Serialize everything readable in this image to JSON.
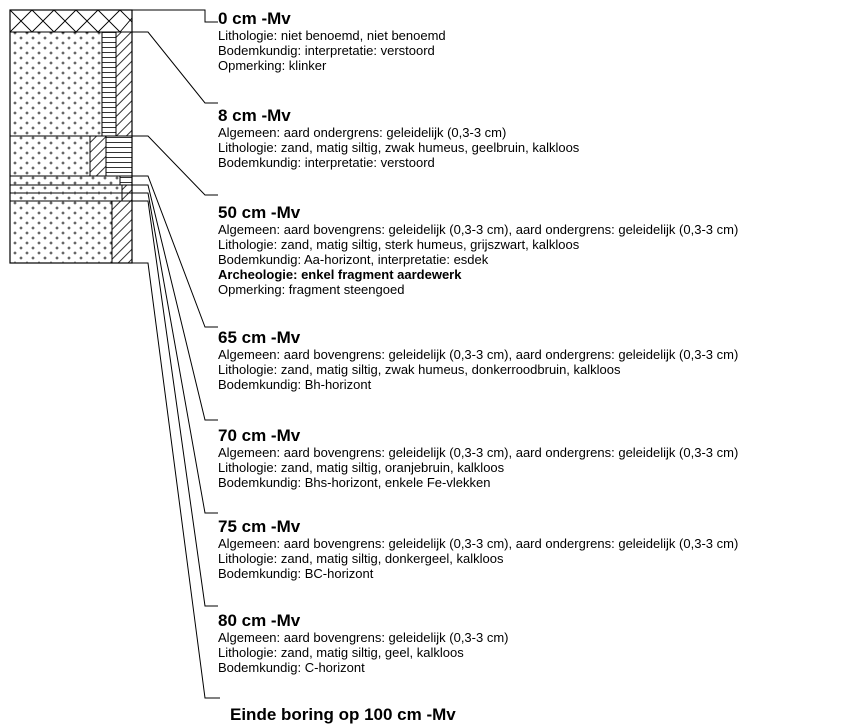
{
  "entries": [
    {
      "depth": "0 cm -Mv",
      "lines": [
        {
          "text": "Lithologie: niet benoemd, niet benoemd"
        },
        {
          "text": "Bodemkundig: interpretatie: verstoord"
        },
        {
          "text": "Opmerking: klinker"
        }
      ]
    },
    {
      "depth": "8 cm -Mv",
      "lines": [
        {
          "text": "Algemeen: aard ondergrens: geleidelijk (0,3-3 cm)"
        },
        {
          "text": "Lithologie: zand, matig siltig, zwak humeus, geelbruin, kalkloos"
        },
        {
          "text": "Bodemkundig: interpretatie: verstoord"
        }
      ]
    },
    {
      "depth": "50 cm -Mv",
      "lines": [
        {
          "text": "Algemeen: aard bovengrens: geleidelijk (0,3-3 cm), aard ondergrens: geleidelijk (0,3-3 cm)"
        },
        {
          "text": "Lithologie: zand, matig siltig, sterk humeus, grijszwart, kalkloos"
        },
        {
          "text": "Bodemkundig: Aa-horizont, interpretatie: esdek"
        },
        {
          "text": "Archeologie: enkel fragment aardewerk",
          "bold": true
        },
        {
          "text": "Opmerking: fragment steengoed"
        }
      ]
    },
    {
      "depth": "65 cm -Mv",
      "lines": [
        {
          "text": "Algemeen: aard bovengrens: geleidelijk (0,3-3 cm), aard ondergrens: geleidelijk (0,3-3 cm)"
        },
        {
          "text": "Lithologie: zand, matig siltig, zwak humeus, donkerroodbruin, kalkloos"
        },
        {
          "text": "Bodemkundig: Bh-horizont"
        }
      ]
    },
    {
      "depth": "70 cm -Mv",
      "lines": [
        {
          "text": "Algemeen: aard bovengrens: geleidelijk (0,3-3 cm), aard ondergrens: geleidelijk (0,3-3 cm)"
        },
        {
          "text": "Lithologie: zand, matig siltig, oranjebruin, kalkloos"
        },
        {
          "text": "Bodemkundig: Bhs-horizont, enkele Fe-vlekken"
        }
      ]
    },
    {
      "depth": "75 cm -Mv",
      "lines": [
        {
          "text": "Algemeen: aard bovengrens: geleidelijk (0,3-3 cm), aard ondergrens: geleidelijk (0,3-3 cm)"
        },
        {
          "text": "Lithologie: zand, matig siltig, donkergeel, kalkloos"
        },
        {
          "text": "Bodemkundig: BC-horizont"
        }
      ]
    },
    {
      "depth": "80 cm -Mv",
      "lines": [
        {
          "text": "Algemeen: aard bovengrens: geleidelijk (0,3-3 cm)"
        },
        {
          "text": "Lithologie: zand, matig siltig, geel, kalkloos"
        },
        {
          "text": "Bodemkundig: C-horizont"
        }
      ]
    }
  ],
  "end_label": "Einde boring op 100 cm -Mv"
}
